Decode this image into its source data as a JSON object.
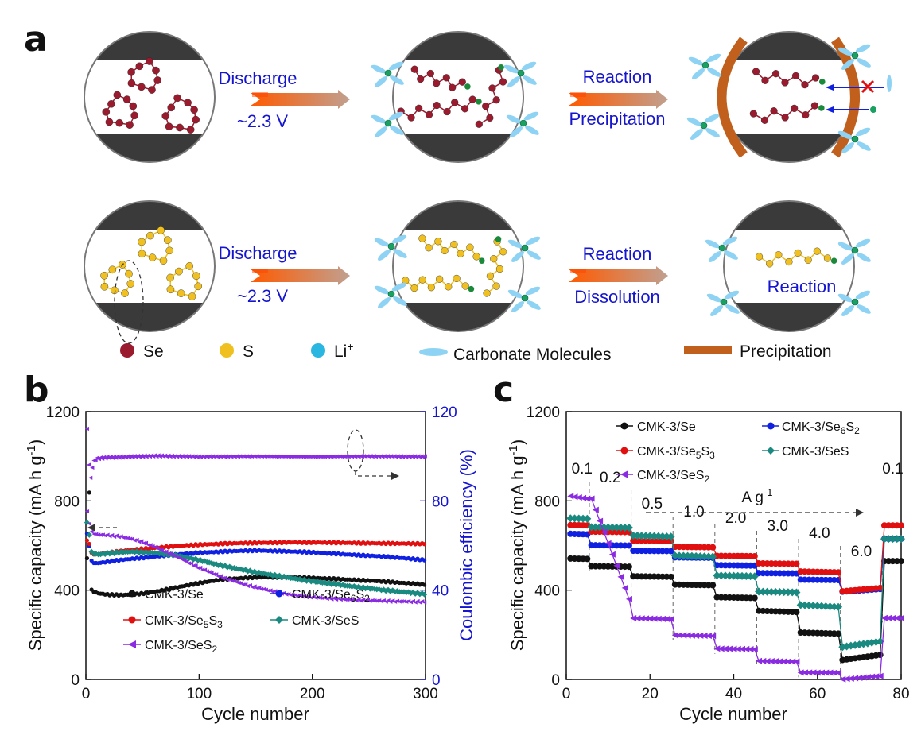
{
  "panels": {
    "a": "a",
    "b": "b",
    "c": "c"
  },
  "scheme": {
    "top": {
      "step1": "Discharge",
      "step1_sub": "~2.3 V",
      "step2": "Reaction",
      "step2_sub": "Precipitation"
    },
    "bottom": {
      "step1": "Discharge",
      "step1_sub": "~2.3 V",
      "step2": "Reaction",
      "step2_sub": "Dissolution",
      "final_label": "Reaction"
    },
    "legend": [
      {
        "label": "Se",
        "color": "#9b1b2e"
      },
      {
        "label": "S",
        "color": "#f0c020"
      },
      {
        "label": "Li",
        "sup": "+",
        "color": "#29b6e0"
      },
      {
        "label": "Carbonate Molecules",
        "color": "#8fd3f4"
      },
      {
        "label": "Precipitation",
        "color": "#c0601c"
      }
    ]
  },
  "chart_data": [
    {
      "type": "scatter",
      "panel": "b",
      "xlabel": "Cycle number",
      "ylabel": "Specific capacity (mA h g⁻¹)",
      "ylabel_parts": {
        "main": "Specific capacity (mA h g",
        "sup": "-1",
        "tail": ")"
      },
      "y2label": "Coulombic efficiency (%)",
      "xlim": [
        0,
        300
      ],
      "ylim": [
        0,
        1200
      ],
      "y2lim": [
        0,
        120
      ],
      "xticks": [
        "0",
        "100",
        "200",
        "300"
      ],
      "yticks": [
        "0",
        "400",
        "800",
        "1200"
      ],
      "y2ticks": [
        "0",
        "40",
        "80",
        "120"
      ],
      "series": [
        {
          "name": "CMK-3/Se",
          "color": "#111111",
          "marker": "circle",
          "x": [
            1,
            3,
            5,
            8,
            12,
            20,
            30,
            40,
            50,
            60,
            80,
            100,
            120,
            150,
            180,
            200,
            230,
            260,
            300
          ],
          "y": [
            540,
            840,
            400,
            390,
            385,
            380,
            378,
            380,
            385,
            392,
            412,
            432,
            448,
            458,
            458,
            455,
            448,
            440,
            425
          ]
        },
        {
          "name": "CMK-3/Se6S2",
          "name_parts": [
            "CMK-3/Se",
            "6",
            "S",
            "2"
          ],
          "color": "#1020e0",
          "marker": "circle",
          "x": [
            1,
            3,
            5,
            8,
            12,
            20,
            30,
            50,
            80,
            100,
            130,
            150,
            170,
            200,
            230,
            260,
            300
          ],
          "y": [
            650,
            600,
            530,
            520,
            522,
            528,
            535,
            545,
            560,
            568,
            575,
            578,
            575,
            570,
            560,
            552,
            535
          ]
        },
        {
          "name": "CMK-3/Se5S3",
          "name_parts": [
            "CMK-3/Se",
            "5",
            "S",
            "3"
          ],
          "color": "#e01010",
          "marker": "circle",
          "x": [
            1,
            3,
            5,
            8,
            12,
            20,
            30,
            50,
            80,
            100,
            130,
            150,
            180,
            200,
            230,
            260,
            300
          ],
          "y": [
            620,
            610,
            565,
            560,
            562,
            568,
            575,
            585,
            598,
            604,
            610,
            612,
            614,
            614,
            612,
            610,
            608
          ]
        },
        {
          "name": "CMK-3/SeS",
          "color": "#1a8a80",
          "marker": "diamond",
          "x": [
            1,
            3,
            5,
            8,
            12,
            20,
            30,
            40,
            60,
            80,
            100,
            120,
            150,
            180,
            200,
            230,
            260,
            300
          ],
          "y": [
            700,
            650,
            570,
            562,
            560,
            565,
            570,
            572,
            568,
            555,
            535,
            510,
            480,
            455,
            440,
            420,
            402,
            382
          ]
        },
        {
          "name": "CMK-3/SeS2",
          "name_parts": [
            "CMK-3/SeS",
            "2"
          ],
          "color": "#8a2be2",
          "marker": "triangle-left",
          "x": [
            1,
            3,
            5,
            8,
            12,
            20,
            30,
            40,
            50,
            60,
            80,
            100,
            120,
            140,
            160,
            180,
            200,
            230,
            260,
            300
          ],
          "y": [
            750,
            700,
            660,
            650,
            648,
            645,
            640,
            630,
            615,
            595,
            550,
            500,
            458,
            425,
            400,
            380,
            368,
            358,
            352,
            347
          ]
        }
      ],
      "ce_series": {
        "x": [
          1,
          2,
          3,
          4,
          6,
          8,
          10,
          20,
          40,
          60,
          100,
          150,
          200,
          250,
          300
        ],
        "y": [
          112,
          95,
          98,
          90,
          97,
          98.5,
          99,
          99.5,
          99.8,
          100.2,
          99.8,
          100,
          99.8,
          100,
          99.8
        ],
        "color": "#8a2be2"
      }
    },
    {
      "type": "scatter",
      "panel": "c",
      "xlabel": "Cycle number",
      "ylabel": "Specific capacity (mA h g⁻¹)",
      "ylabel_parts": {
        "main": "Specific capacity (mA h g",
        "sup": "-1",
        "tail": ")"
      },
      "xlim": [
        0,
        80
      ],
      "ylim": [
        0,
        1200
      ],
      "xticks": [
        "0",
        "20",
        "40",
        "60",
        "80"
      ],
      "yticks": [
        "0",
        "400",
        "800",
        "1200"
      ],
      "rates": [
        "0.1",
        "0.2",
        "0.5",
        "1.0",
        "2.0",
        "3.0",
        "4.0",
        "6.0",
        "0.1"
      ],
      "unit_label": "A g⁻¹",
      "unit_parts": {
        "main": "A g",
        "sup": "-1"
      },
      "series": [
        {
          "name": "CMK-3/Se",
          "color": "#111111",
          "marker": "circle",
          "levels": [
            540,
            505,
            460,
            422,
            365,
            302,
            205,
            110,
            530
          ]
        },
        {
          "name": "CMK-3/Se6S2",
          "name_parts": [
            "CMK-3/Se",
            "6",
            "S",
            "2"
          ],
          "color": "#1020e0",
          "marker": "circle",
          "levels": [
            650,
            600,
            575,
            545,
            510,
            475,
            445,
            405,
            630
          ]
        },
        {
          "name": "CMK-3/Se5S3",
          "name_parts": [
            "CMK-3/Se",
            "5",
            "S",
            "3"
          ],
          "color": "#e01010",
          "marker": "circle",
          "levels": [
            690,
            660,
            620,
            592,
            552,
            518,
            480,
            410,
            690
          ]
        },
        {
          "name": "CMK-3/SeS",
          "color": "#1a8a80",
          "marker": "diamond",
          "levels": [
            720,
            680,
            640,
            550,
            462,
            390,
            325,
            170,
            630
          ]
        },
        {
          "name": "CMK-3/SeS2",
          "name_parts": [
            "CMK-3/SeS",
            "2"
          ],
          "color": "#8a2be2",
          "marker": "triangle-left",
          "levels": [
            810,
            580,
            270,
            195,
            135,
            80,
            30,
            15,
            275
          ]
        }
      ]
    }
  ]
}
